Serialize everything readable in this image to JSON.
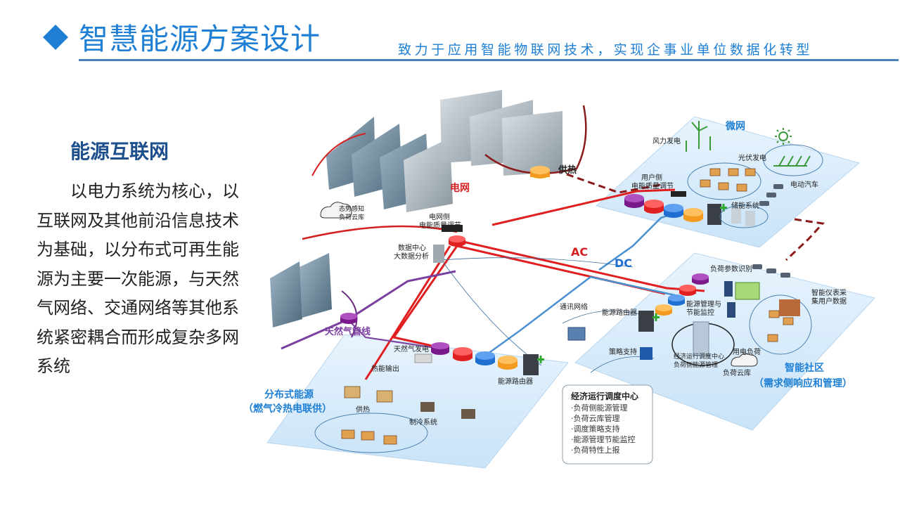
{
  "header": {
    "title": "智慧能源方案设计",
    "subtitle": "致力于应用智能物联网技术，实现企事业单位数据化转型"
  },
  "content": {
    "heading": "能源互联网",
    "paragraph": "以电力系统为核心，以互联网及其他前沿信息技术为基础，以分布式可再生能源为主要一次能源，与天然气网络、交通网络等其他系统紧密耦合而形成复杂多网系统"
  },
  "diagram": {
    "label_grid": "电网",
    "label_heat": "供热",
    "label_microgrid": "微网",
    "label_wind": "风力发电",
    "label_pv": "光伏发电",
    "label_ev": "电动汽车",
    "label_user_pq_1": "用户侧",
    "label_user_pq_2": "电能质量调节",
    "label_storage": "储能系统",
    "label_situation_1": "态势感知",
    "label_situation_2": "负荷云库",
    "label_grid_pq_1": "电网侧",
    "label_grid_pq_2": "电能质量调节",
    "label_datacenter_1": "数据中心",
    "label_datacenter_2": "大数据分析",
    "label_ac": "AC",
    "label_dc": "DC",
    "label_gas_pipeline": "天然气管线",
    "label_comm": "通讯网络",
    "label_energy_router_r": "能源路由器",
    "label_load_ident": "负荷参数识别",
    "label_ems_1": "能源管理与",
    "label_ems_2": "节能监控",
    "label_meter_1": "智能仪表采",
    "label_meter_2": "集用户数据",
    "label_strategy": "策略支持",
    "label_eco_center_1": "经济运行调度中心",
    "label_eco_center_2": "负荷侧能源管理",
    "label_power_load": "用电负荷",
    "label_load_cloud": "负荷云库",
    "label_smart_comm_1": "智能社区",
    "label_smart_comm_2": "（需求侧响应和管理）",
    "label_gas_gen": "天然气发电",
    "label_heat_out": "热能输出",
    "label_energy_router_l": "能源路由器",
    "label_dist_1": "分布式能源",
    "label_dist_2": "（燃气冷热电联供）",
    "label_heating": "供热",
    "label_cooling": "制冷系统",
    "callout_title": "经济运行调度中心",
    "callout_items": [
      "·负荷侧能源管理",
      "·负荷云库管理",
      "·调度策略支持",
      "·能源管理节能监控",
      "·负荷特性上报"
    ]
  },
  "colors": {
    "accent": "#1e7fd4",
    "heading": "#1d4f8c",
    "platform": "#dbeefc",
    "ac_line": "#e02020",
    "dc_line": "#4a90d0",
    "gas_line": "#7b3fa0",
    "dashed": "#8b1a1a"
  }
}
